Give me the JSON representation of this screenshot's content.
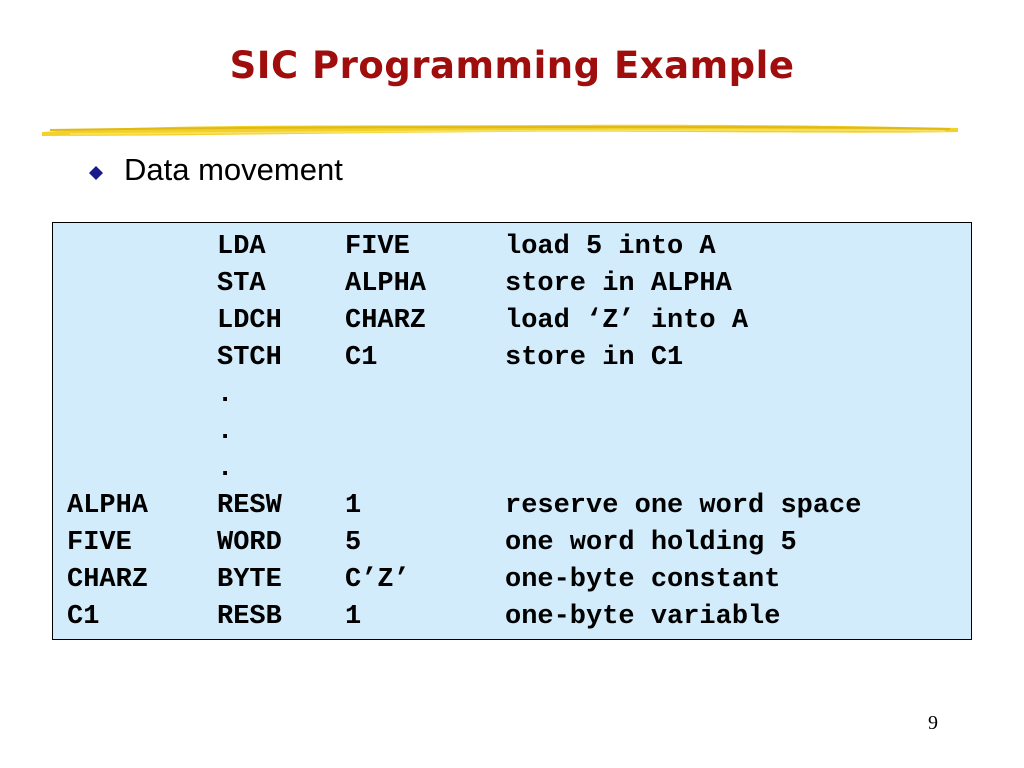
{
  "slide": {
    "title": "SIC Programming Example",
    "bullet": {
      "text": "Data movement",
      "icon": "diamond-bullet-icon",
      "icon_color": "#1a1a8c"
    },
    "title_color": "#a00d0d",
    "underline_color": "#f2d22a",
    "code_box_background": "#d3ecfb",
    "code_lines": [
      {
        "label": "",
        "op": "LDA",
        "operand": "FIVE",
        "comment": "load 5 into A"
      },
      {
        "label": "",
        "op": "STA",
        "operand": "ALPHA",
        "comment": "store in ALPHA"
      },
      {
        "label": "",
        "op": "LDCH",
        "operand": "CHARZ",
        "comment": "load ‘Z’ into A"
      },
      {
        "label": "",
        "op": "STCH",
        "operand": "C1",
        "comment": "store in C1"
      },
      {
        "label": "",
        "op": ".",
        "operand": "",
        "comment": ""
      },
      {
        "label": "",
        "op": ".",
        "operand": "",
        "comment": ""
      },
      {
        "label": "",
        "op": ".",
        "operand": "",
        "comment": ""
      },
      {
        "label": "ALPHA",
        "op": "RESW",
        "operand": "1",
        "comment": "reserve one word space"
      },
      {
        "label": "FIVE",
        "op": "WORD",
        "operand": "5",
        "comment": "one word holding 5"
      },
      {
        "label": "CHARZ",
        "op": "BYTE",
        "operand": "C’Z’",
        "comment": "one-byte constant"
      },
      {
        "label": "C1",
        "op": "RESB",
        "operand": "1",
        "comment": "one-byte variable"
      }
    ],
    "page_number": "9"
  }
}
